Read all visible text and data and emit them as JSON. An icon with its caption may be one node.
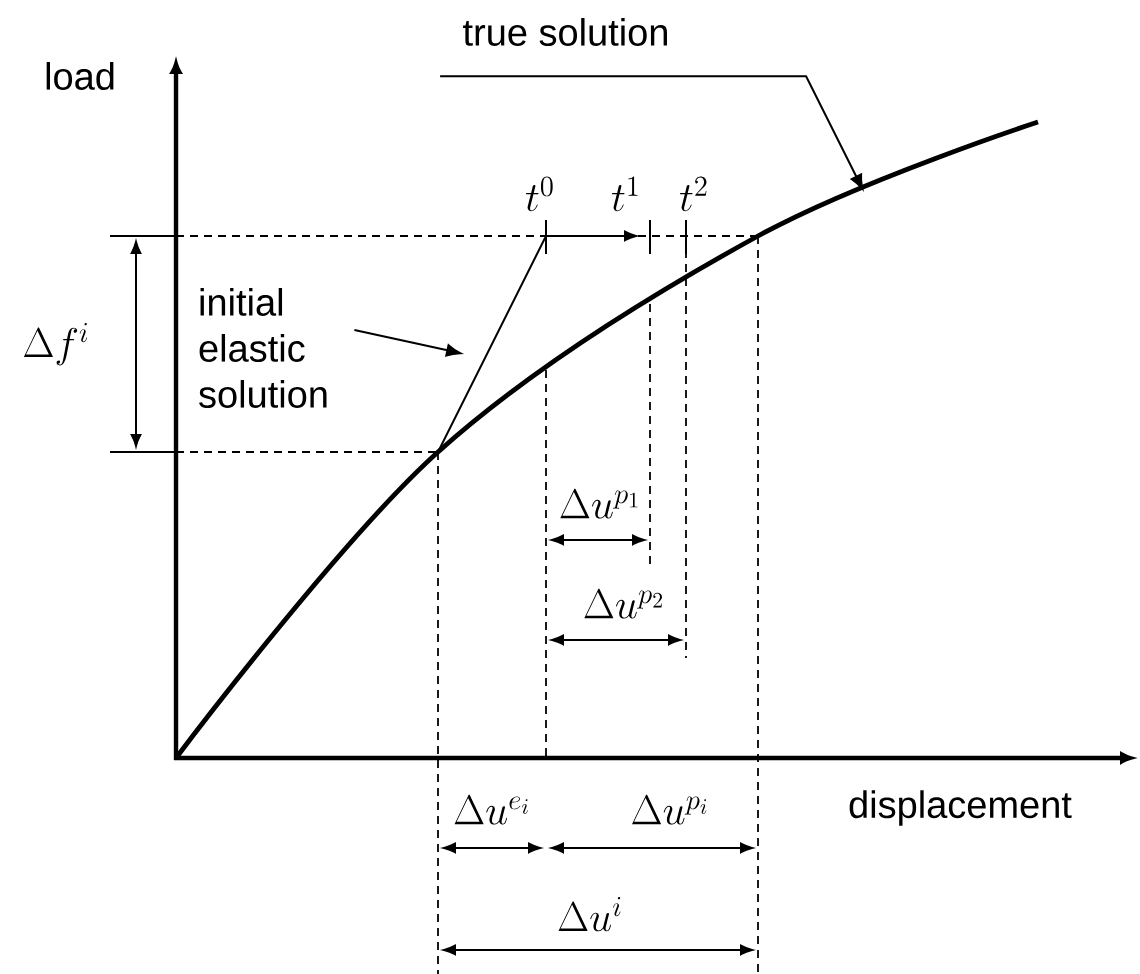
{
  "diagram": {
    "nodes": [
      {
        "text": [
          "true solution"
        ]
      },
      {
        "text": [
          "initial elastic solution"
        ]
      }
    ],
    "edges": [
      {
        "from": 0,
        "to": null,
        "arrow": "to"
      },
      {
        "from": 1,
        "to": null,
        "arrow": "to"
      }
    ],
    "labels": [
      "load",
      "t^{0}",
      "t^{1}",
      "t^{2}",
      "\\Delta f^{i}",
      "\\Delta u^{p_1}",
      "\\Delta u^{p_2}",
      "\\Delta u^{e_i}",
      "\\Delta u^{p_i}",
      "displacement",
      "\\Delta u^{i}"
    ]
  }
}
